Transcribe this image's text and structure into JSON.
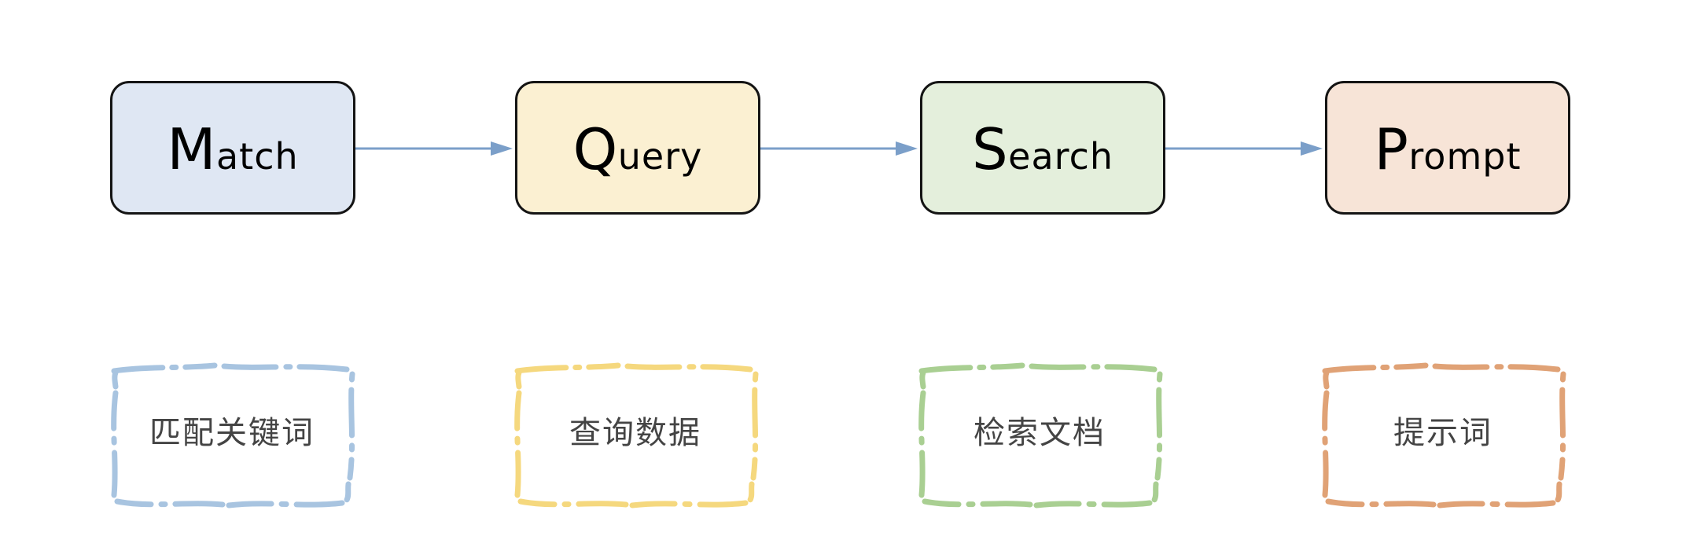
{
  "diagram": {
    "type": "pipeline-flow",
    "background_color": "#ffffff",
    "arrow_color": "#7b9fc9",
    "note_text_color": "#444444",
    "stage_border_color": "#141414",
    "stages": [
      {
        "id": "match",
        "title": "Match",
        "title_cap": "M",
        "title_rest": "atch",
        "fill_color": "#dfe7f3",
        "note": "匹配关键词",
        "note_border_color": "#a8c4e0"
      },
      {
        "id": "query",
        "title": "Query",
        "title_cap": "Q",
        "title_rest": "uery",
        "fill_color": "#fbf0d2",
        "note": "查询数据",
        "note_border_color": "#f5d87e"
      },
      {
        "id": "search",
        "title": "Search",
        "title_cap": "S",
        "title_rest": "earch",
        "fill_color": "#e4efdc",
        "note": "检索文档",
        "note_border_color": "#a9cf92"
      },
      {
        "id": "prompt",
        "title": "Prompt",
        "title_cap": "P",
        "title_rest": "rompt",
        "fill_color": "#f7e4d7",
        "note": "提示词",
        "note_border_color": "#e0a276"
      }
    ],
    "connectors": [
      {
        "id": "match-to-query",
        "from": "match",
        "to": "query"
      },
      {
        "id": "query-to-search",
        "from": "query",
        "to": "search"
      },
      {
        "id": "search-to-prompt",
        "from": "search",
        "to": "prompt"
      }
    ]
  }
}
